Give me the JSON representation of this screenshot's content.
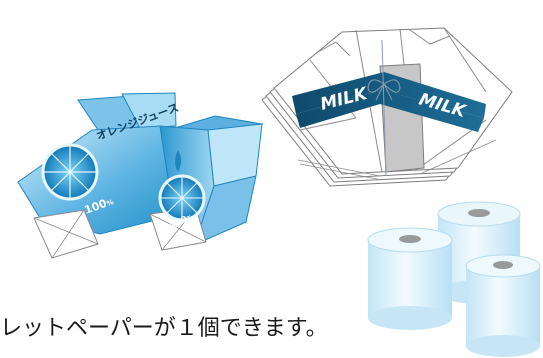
{
  "orange_carton": {
    "label": "オレンジジュース",
    "percent_large": "100",
    "percent_small": "100",
    "percent_unit": "%"
  },
  "milk_bundle": {
    "label_left": "MILK",
    "label_right": "MILK"
  },
  "caption": {
    "text": "レットペーパーが１個できます。"
  },
  "colors": {
    "orange_carton_blue": "#1e8fc8",
    "orange_carton_light": "#9fd6f1",
    "milk_band": "#14557a",
    "paper_roll": "#d6eefa"
  }
}
